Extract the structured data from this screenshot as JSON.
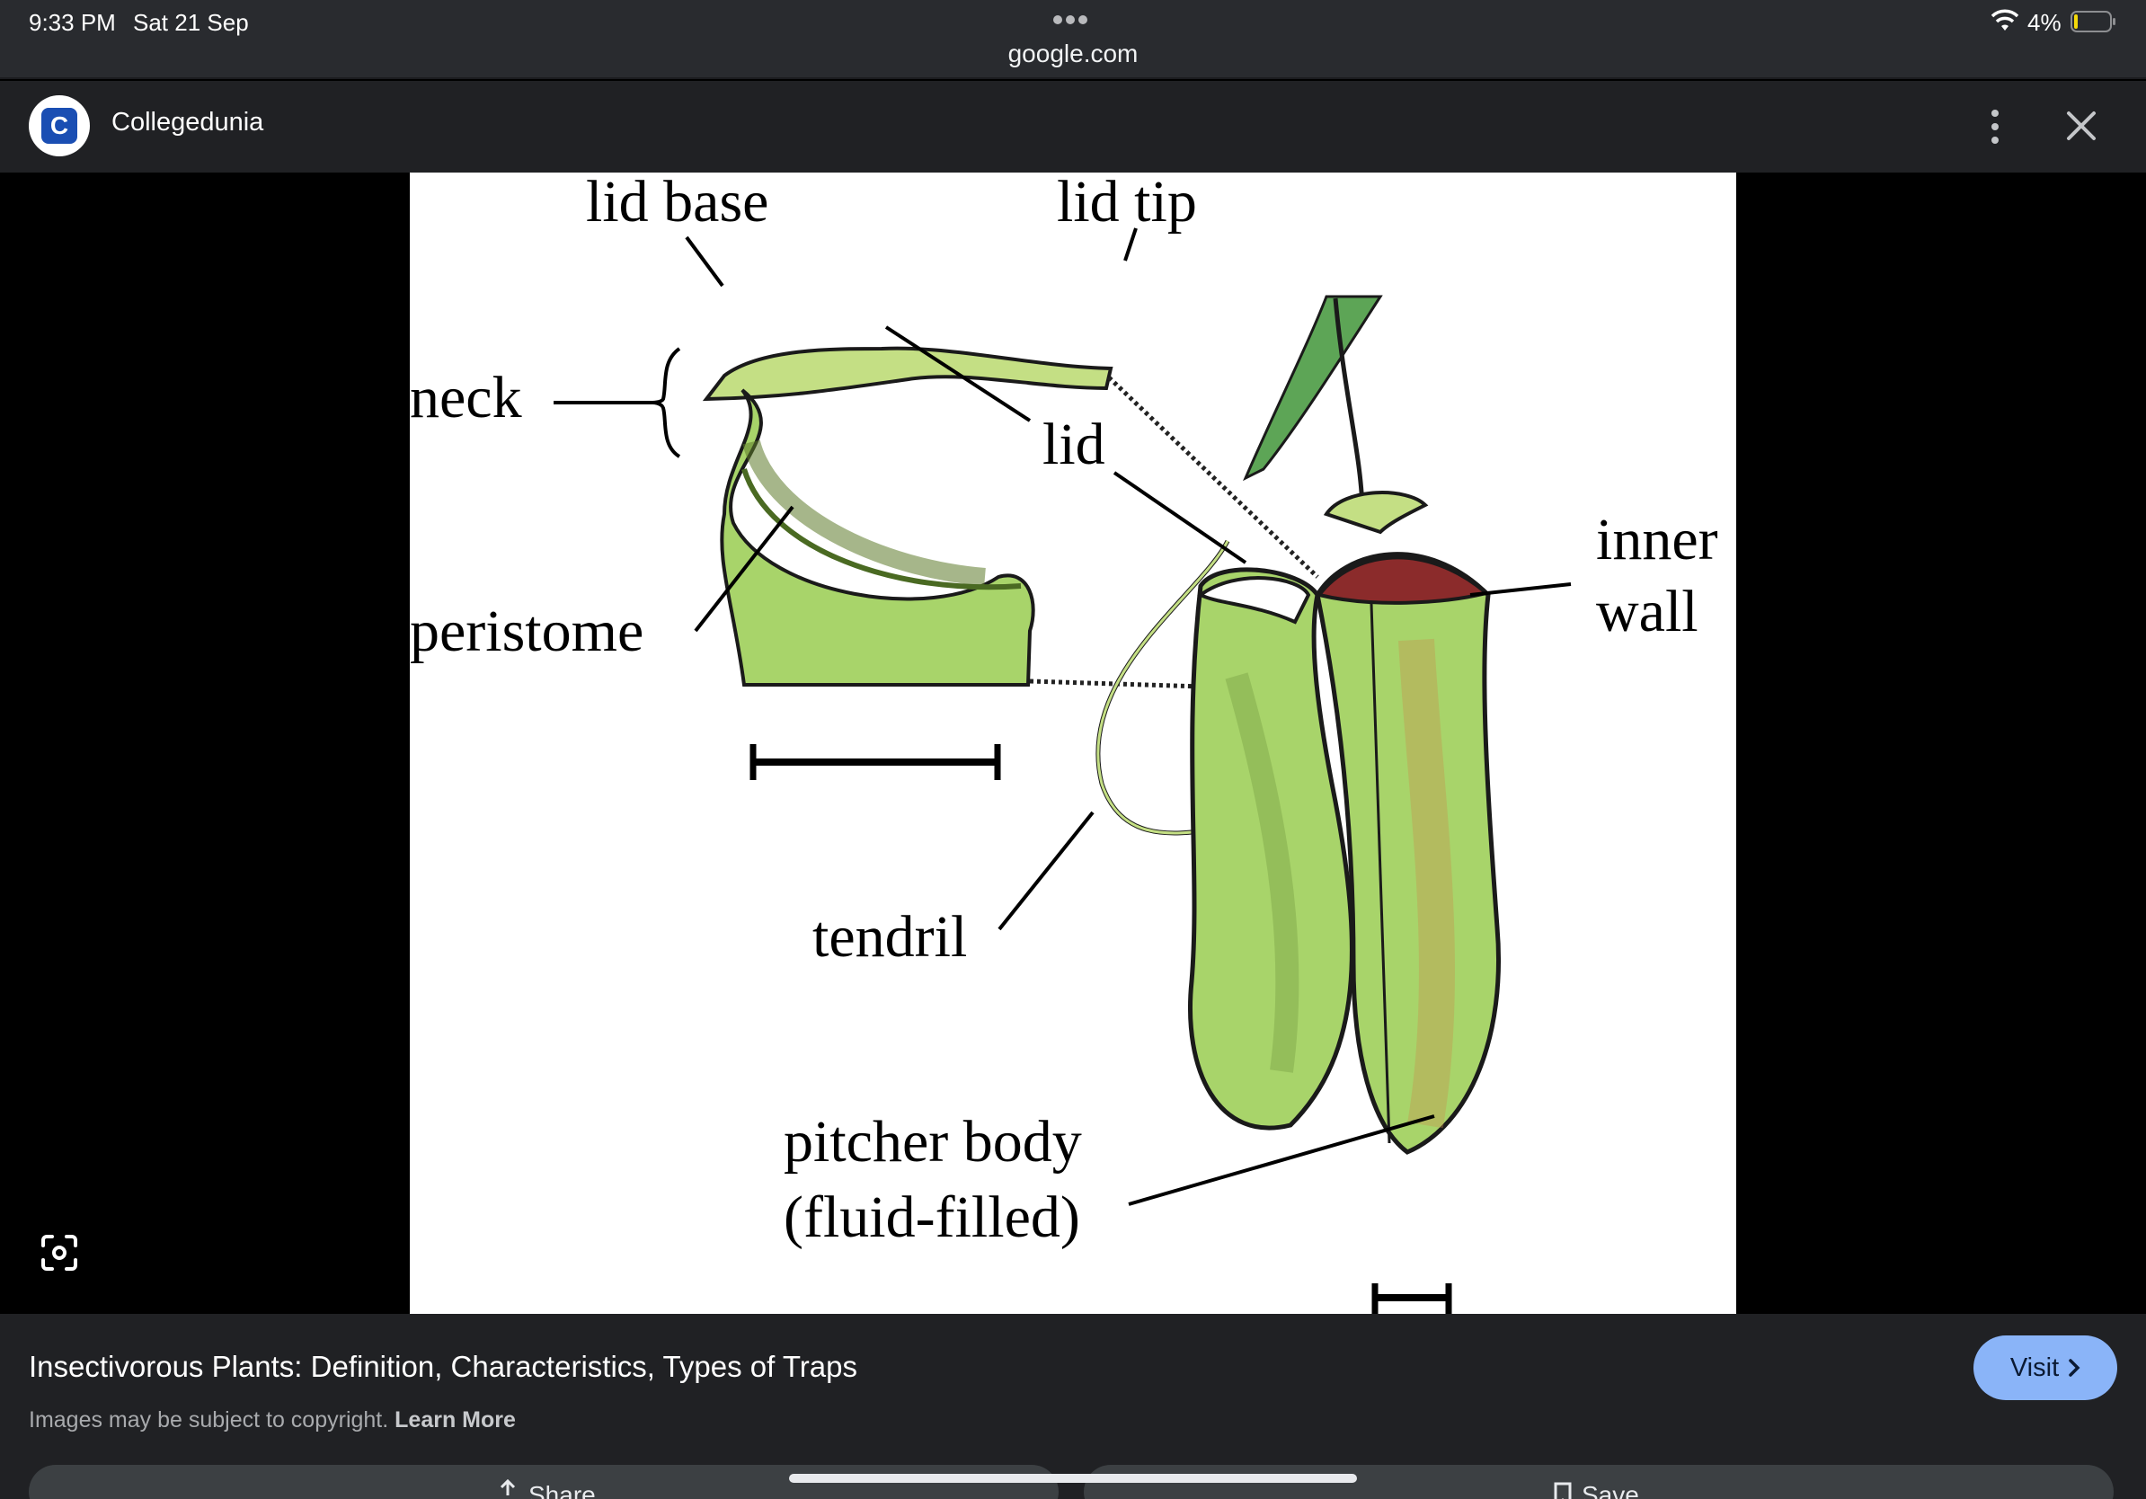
{
  "status_bar": {
    "time": "9:33 PM",
    "date": "Sat 21 Sep",
    "url": "google.com",
    "battery": "4%"
  },
  "header": {
    "site_logo_letter": "C",
    "site_name": "Collegedunia"
  },
  "diagram": {
    "labels": {
      "lid_base": "lid base",
      "lid_tip": "lid tip",
      "neck": "neck",
      "lid": "lid",
      "inner_wall_1": "inner",
      "inner_wall_2": "wall",
      "peristome": "peristome",
      "tendril": "tendril",
      "pitcher_body_1": "pitcher body",
      "pitcher_body_2": "(fluid-filled)"
    }
  },
  "result": {
    "title": "Insectivorous Plants: Definition, Characteristics, Types of Traps",
    "copyright": "Images may be subject to copyright.",
    "learn_more": "Learn More",
    "visit_label": "Visit"
  },
  "actions": {
    "share_label": "Share",
    "save_label": "Save"
  },
  "colors": {
    "accent": "#8ab4f8",
    "panel": "#202124",
    "status_bar": "#292b2f",
    "pitcher_green": "#a8d46a",
    "pitcher_dark": "#8b2b2b"
  },
  "icons": [
    "wifi-icon",
    "battery-icon",
    "more-vert-icon",
    "close-icon",
    "lens-icon",
    "chevron-right-icon",
    "share-icon",
    "bookmark-icon"
  ]
}
